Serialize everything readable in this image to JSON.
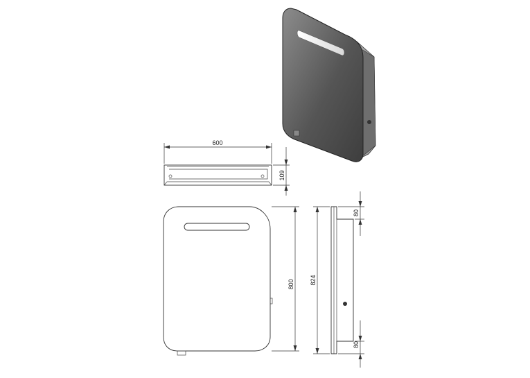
{
  "dimensions": {
    "width": "600",
    "depth": "109",
    "height": "800",
    "overall_height": "824",
    "top_offset": "80",
    "bottom_offset": "80"
  },
  "colors": {
    "line": "#333333",
    "mirror_dark": "#4a4a4a",
    "mirror_light": "#a8a8a8",
    "light_strip": "#f2f2f2"
  }
}
